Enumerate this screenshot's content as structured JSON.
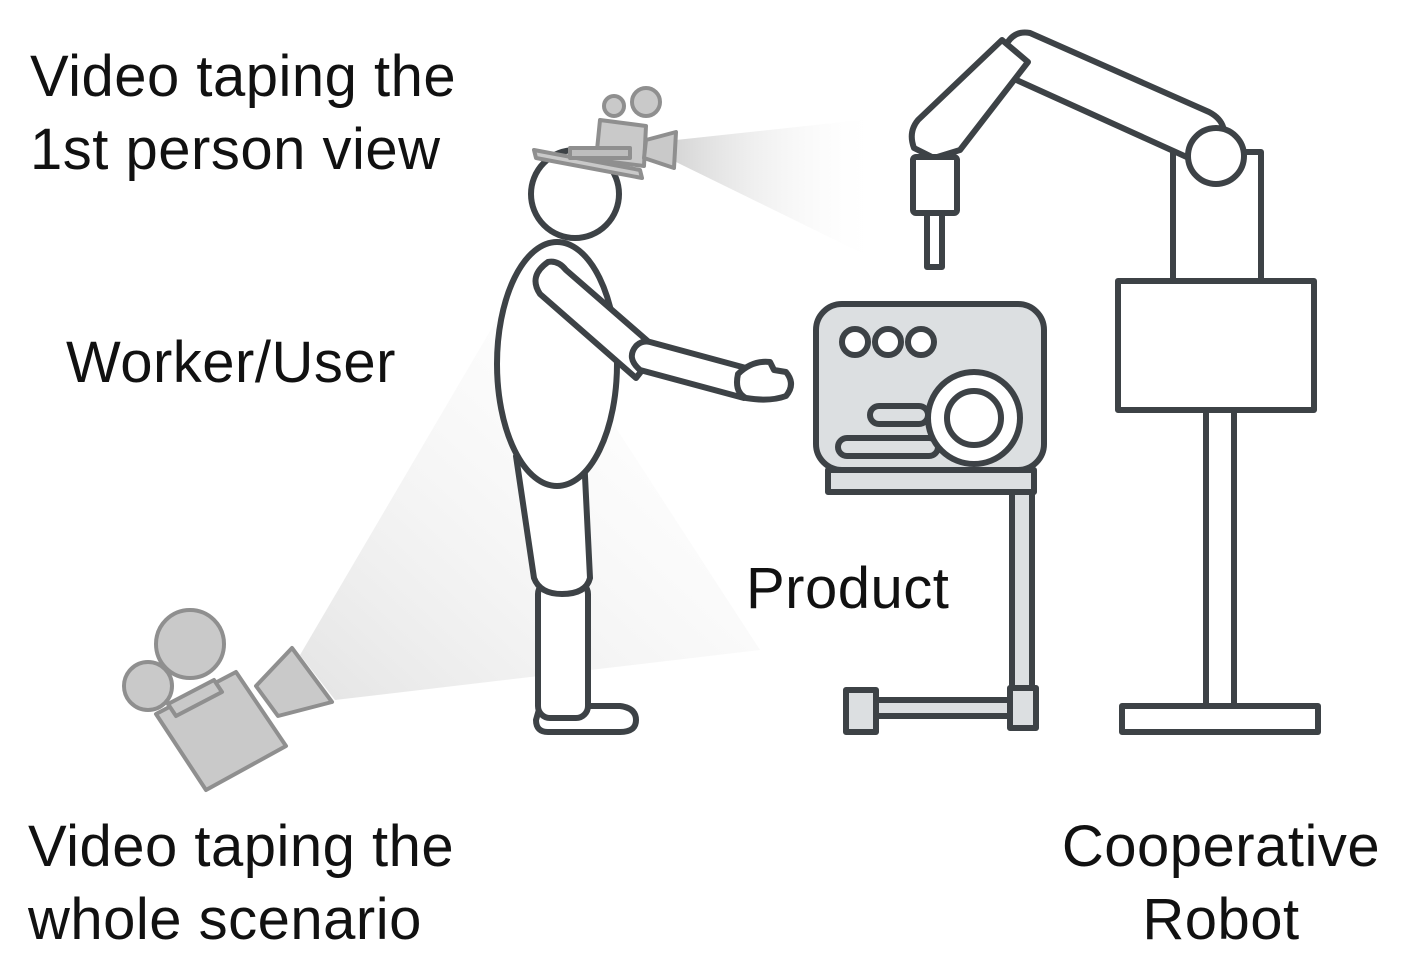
{
  "labels": {
    "first_person": [
      "Video taping the",
      "1st person view"
    ],
    "worker": "Worker/User",
    "product": "Product",
    "whole_scenario": [
      "Video taping the",
      "whole scenario"
    ],
    "robot": [
      "Cooperative",
      "Robot"
    ]
  },
  "colors": {
    "stroke": "#3d4246",
    "fill_product": "#dcdfe1",
    "camera": "#c9c9c9",
    "camera_stroke": "#8f8f8f",
    "beam": "#ececec",
    "text": "#111111"
  }
}
